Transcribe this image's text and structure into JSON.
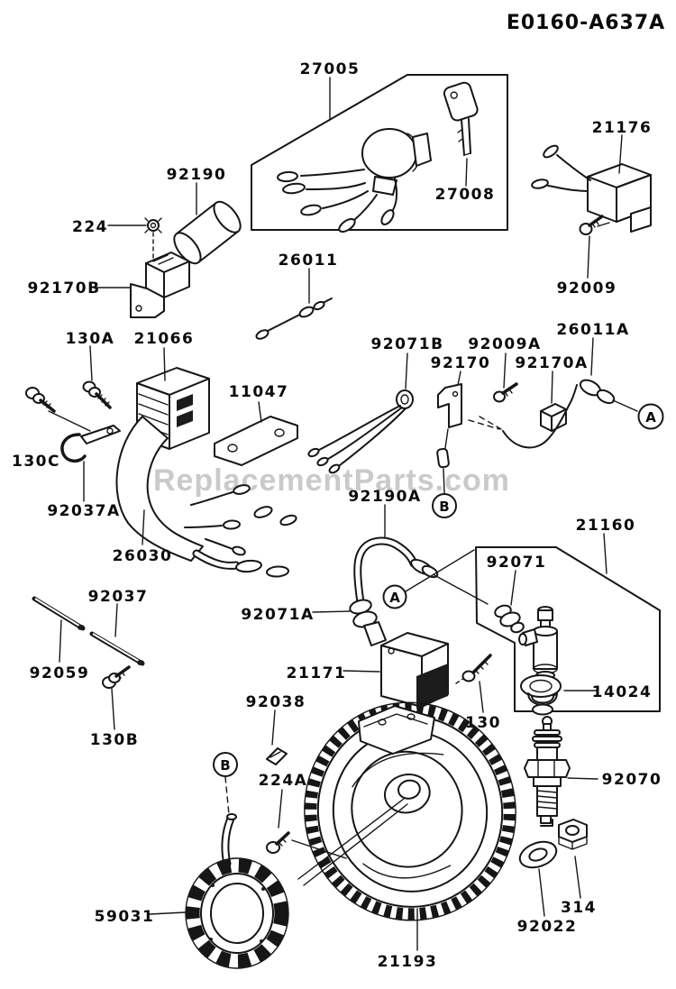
{
  "diagram": {
    "title": "E0160-A637A",
    "watermark": "ReplacementParts.com",
    "callouts": {
      "a": "A",
      "b": "B"
    },
    "labels": {
      "p27005": "27005",
      "p27008": "27008",
      "p21176": "21176",
      "p92009": "92009",
      "p92190": "92190",
      "p224": "224",
      "p92170b": "92170B",
      "p26011": "26011",
      "p130a": "130A",
      "p21066": "21066",
      "p11047": "11047",
      "p130c": "130C",
      "p92037a": "92037A",
      "p26030": "26030",
      "p92071b": "92071B",
      "p92170": "92170",
      "p92009a": "92009A",
      "p92170a": "92170A",
      "p26011a": "26011A",
      "p92190a": "92190A",
      "p21160": "21160",
      "p92071": "92071",
      "p14024": "14024",
      "p130": "130",
      "p92037": "92037",
      "p92059": "92059",
      "p130b": "130B",
      "p92038": "92038",
      "p92071a": "92071A",
      "p21171": "21171",
      "p224a": "224A",
      "p59031": "59031",
      "p21193": "21193",
      "p92070": "92070",
      "p92022": "92022",
      "p314": "314"
    }
  }
}
